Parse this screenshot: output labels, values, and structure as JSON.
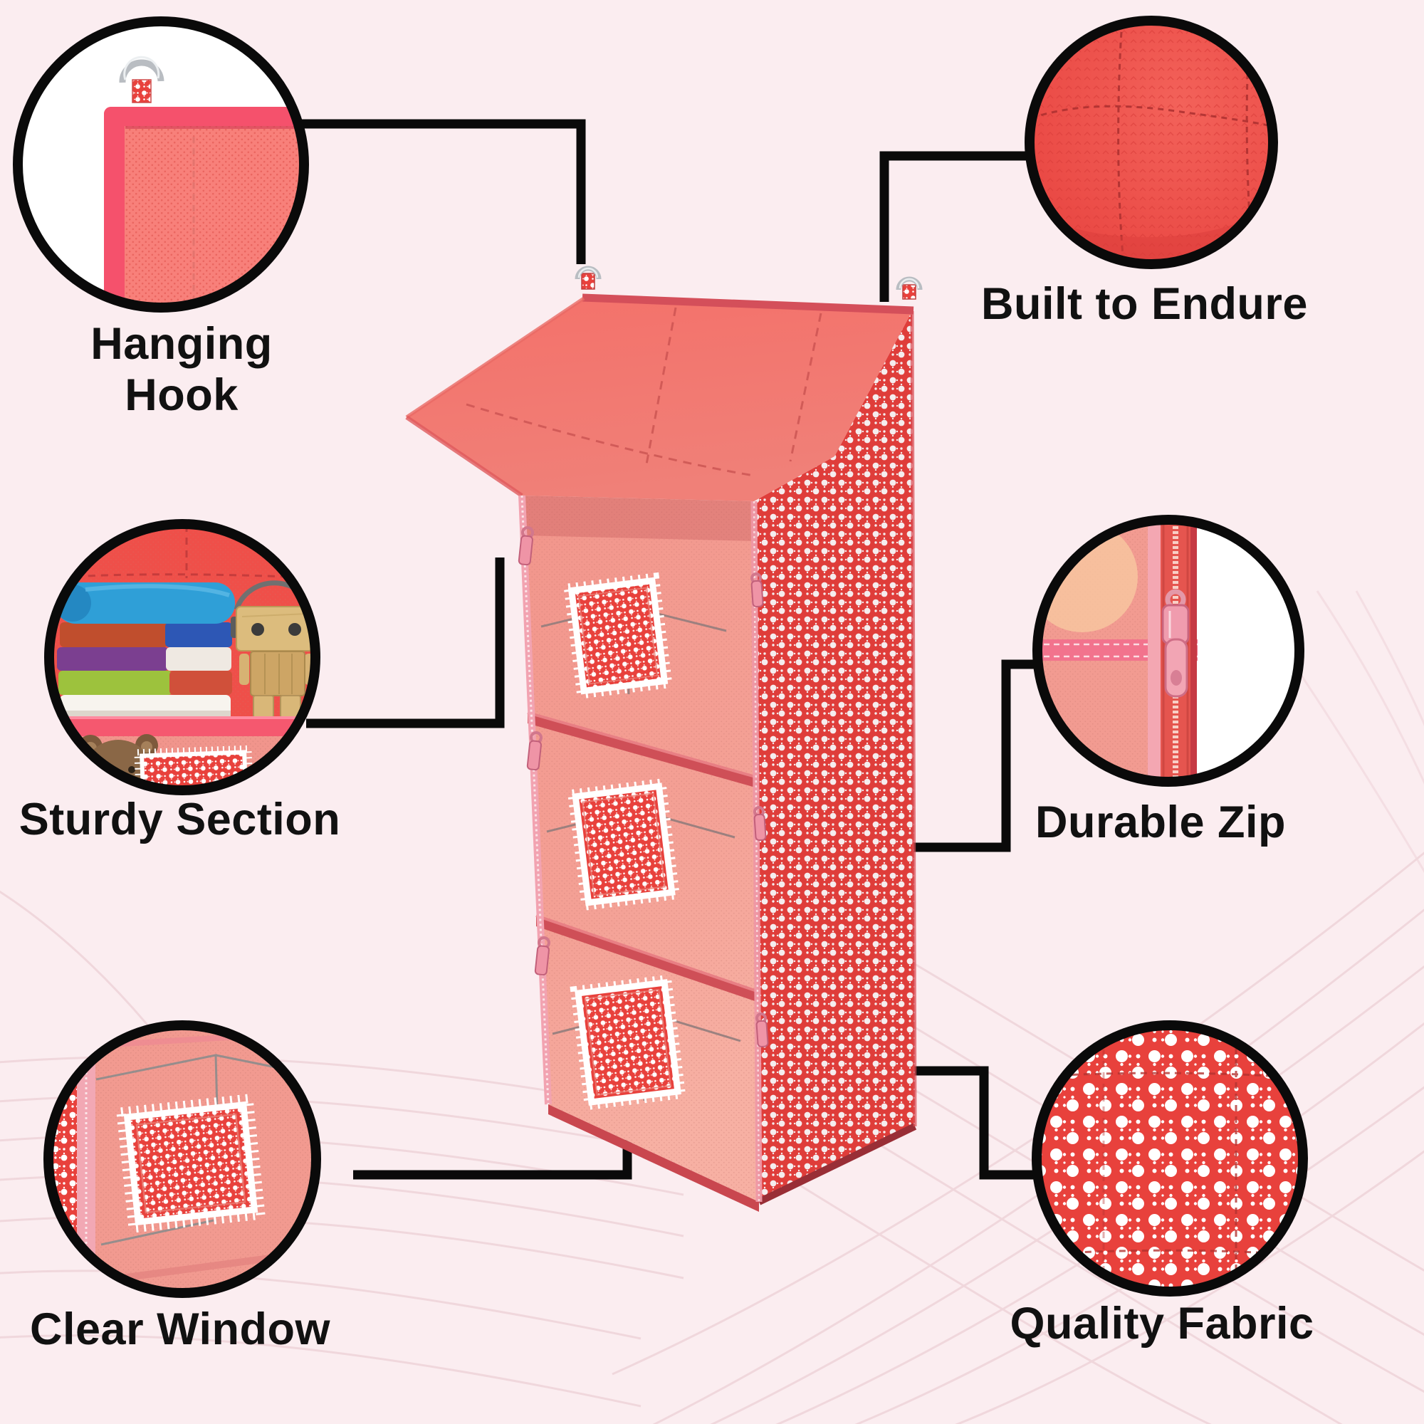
{
  "page": {
    "background_color": "#fbedf0",
    "swirl_line_color": "#efd5da",
    "connector_color": "#0a0a0a",
    "label_color": "#111111"
  },
  "product": {
    "kind": "hanging-organizer-illustration",
    "section_count": 3,
    "window_count": 3,
    "hanging_hook_count": 2,
    "fabric_color": "#e8413c",
    "mesh_color": "#f2988e",
    "top_color": "#f4716a",
    "zipper_color": "#ef94a6",
    "trim_color": "#c9474f"
  },
  "features": [
    {
      "id": "hanging-hook",
      "label": "Hanging Hook",
      "position": "top-left"
    },
    {
      "id": "built-to-endure",
      "label": "Built to Endure",
      "position": "top-right"
    },
    {
      "id": "sturdy-section",
      "label": "Sturdy Section",
      "position": "middle-left"
    },
    {
      "id": "durable-zip",
      "label": "Durable Zip",
      "position": "middle-right"
    },
    {
      "id": "clear-window",
      "label": "Clear Window",
      "position": "bottom-left"
    },
    {
      "id": "quality-fabric",
      "label": "Quality Fabric",
      "position": "bottom-right"
    }
  ]
}
